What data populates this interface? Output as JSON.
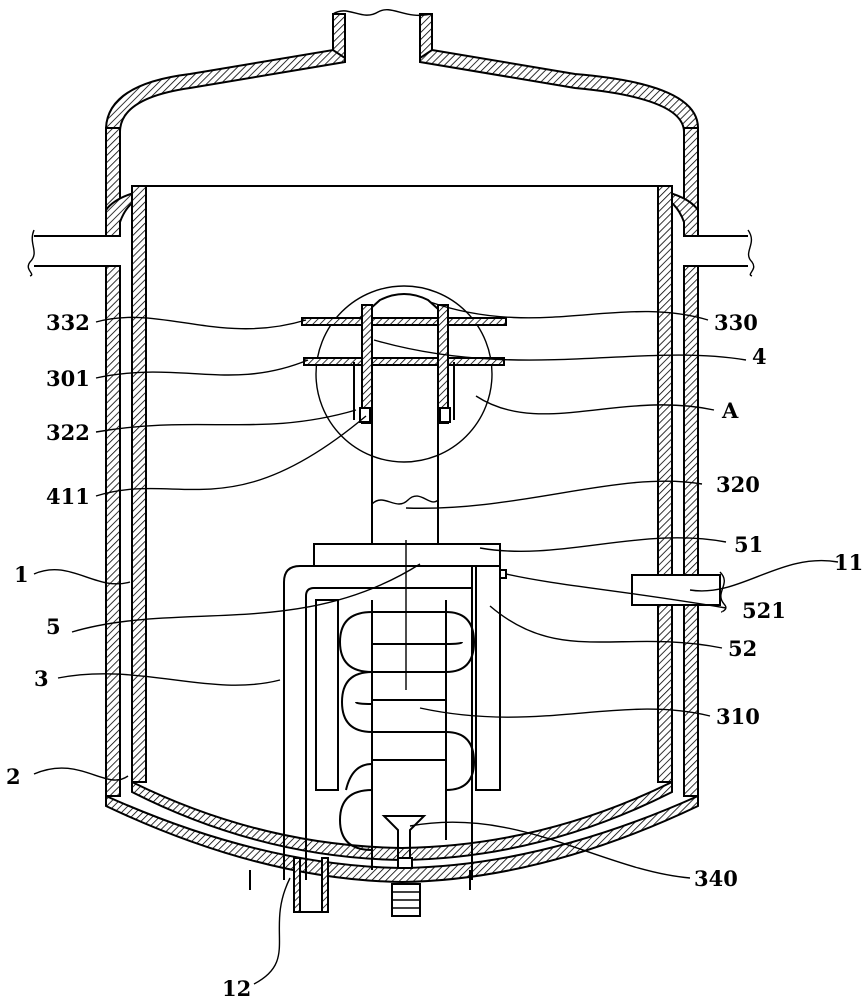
{
  "figure": {
    "type": "patent-drawing",
    "subject": "vessel-sectional-view"
  },
  "labels": {
    "l332": "332",
    "l301": "301",
    "l322": "322",
    "l411": "411",
    "l1": "1",
    "l5": "5",
    "l3": "3",
    "l2": "2",
    "l12": "12",
    "l330": "330",
    "l4": "4",
    "lA": "A",
    "l320": "320",
    "l51": "51",
    "l11": "11",
    "l521": "521",
    "l52": "52",
    "l310": "310",
    "l340": "340"
  },
  "colors": {
    "line": "#000000",
    "background": "#ffffff"
  }
}
